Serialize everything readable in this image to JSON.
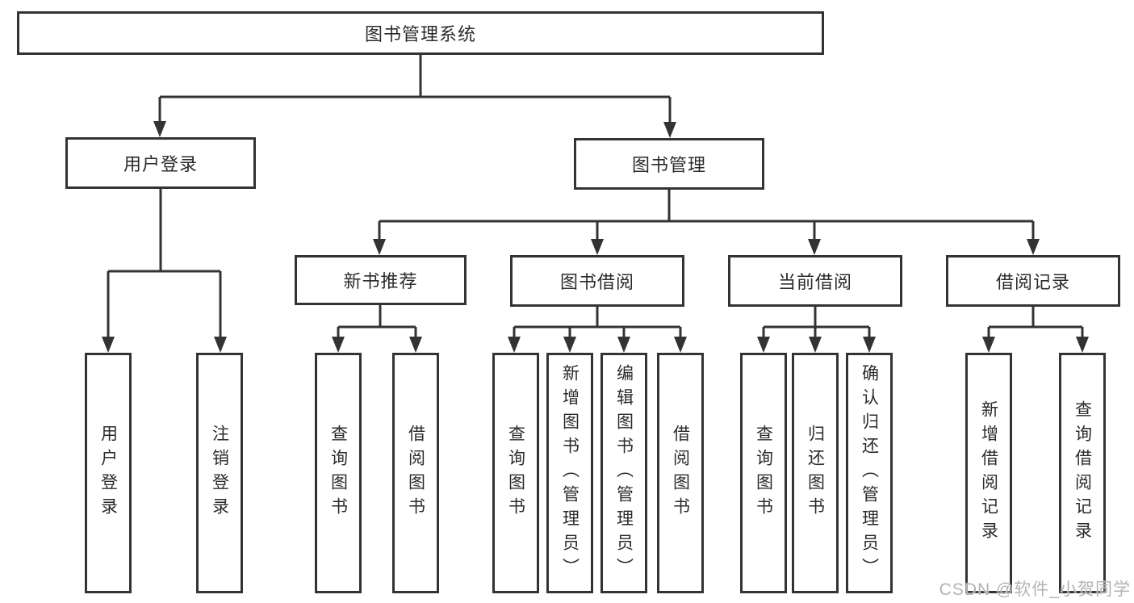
{
  "tree": {
    "root": {
      "label": "图书管理系统"
    },
    "branches": [
      {
        "label": "用户登录",
        "children": [
          {
            "label": "用户登录"
          },
          {
            "label": "注销登录"
          }
        ]
      },
      {
        "label": "图书管理",
        "children": [
          {
            "label": "新书推荐",
            "children": [
              {
                "label": "查询图书"
              },
              {
                "label": "借阅图书"
              }
            ]
          },
          {
            "label": "图书借阅",
            "children": [
              {
                "label": "查询图书"
              },
              {
                "label": "新增图书（管理员）"
              },
              {
                "label": "编辑图书（管理员）"
              },
              {
                "label": "借阅图书"
              }
            ]
          },
          {
            "label": "当前借阅",
            "children": [
              {
                "label": "查询图书"
              },
              {
                "label": "归还图书"
              },
              {
                "label": "确认归还（管理员）"
              }
            ]
          },
          {
            "label": "借阅记录",
            "children": [
              {
                "label": "新增借阅记录"
              },
              {
                "label": "查询借阅记录"
              }
            ]
          }
        ]
      }
    ]
  },
  "watermark": "CSDN @软件_小贺同学",
  "colors": {
    "line": "#333333",
    "text": "#2b2b2b",
    "box_fill": "#ffffff",
    "background": "#ffffff",
    "watermark": "#b3b3b3"
  }
}
